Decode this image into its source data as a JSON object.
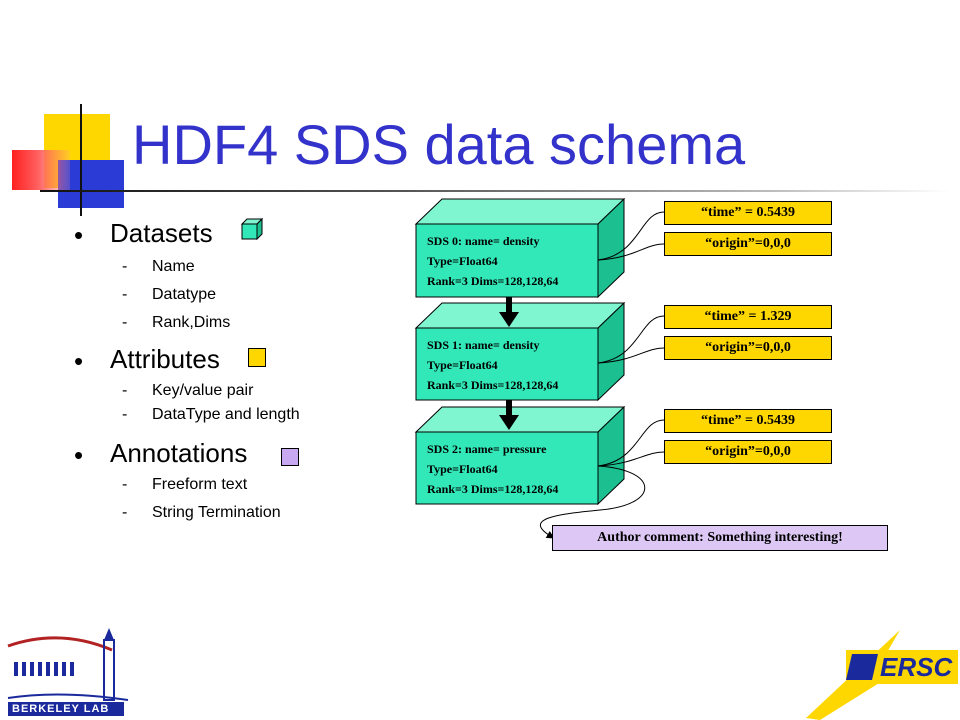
{
  "title": "HDF4 SDS data schema",
  "bullets": [
    {
      "label": "Datasets",
      "subitems": [
        "Name",
        "Datatype",
        "Rank,Dims"
      ]
    },
    {
      "label": "Attributes",
      "subitems": [
        "Key/value pair",
        "DataType and length"
      ]
    },
    {
      "label": "Annotations",
      "subitems": [
        "Freeform text",
        "String Termination"
      ]
    }
  ],
  "sds": [
    {
      "line1": "SDS 0:   name= density",
      "line2": "Type=Float64",
      "line3": "Rank=3 Dims=128,128,64",
      "attrs": [
        "“time” = 0.5439",
        "“origin”=0,0,0"
      ]
    },
    {
      "line1": "SDS 1:   name= density",
      "line2": "Type=Float64",
      "line3": "Rank=3 Dims=128,128,64",
      "attrs": [
        "“time” = 1.329",
        "“origin”=0,0,0"
      ]
    },
    {
      "line1": "SDS 2:   name= pressure",
      "line2": "Type=Float64",
      "line3": "Rank=3 Dims=128,128,64",
      "attrs": [
        "“time” = 0.5439",
        "“origin”=0,0,0"
      ]
    }
  ],
  "comment": "Author comment:  Something interesting!",
  "logos": {
    "left": "BERKELEY LAB",
    "right": "ERSC"
  },
  "colors": {
    "title": "#3333cc",
    "cube": "#33e8b8",
    "attr": "#ffd700",
    "comment": "#ddc8f5",
    "lbl_red": "#b22222",
    "nersc_blue": "#1a2a9c"
  }
}
